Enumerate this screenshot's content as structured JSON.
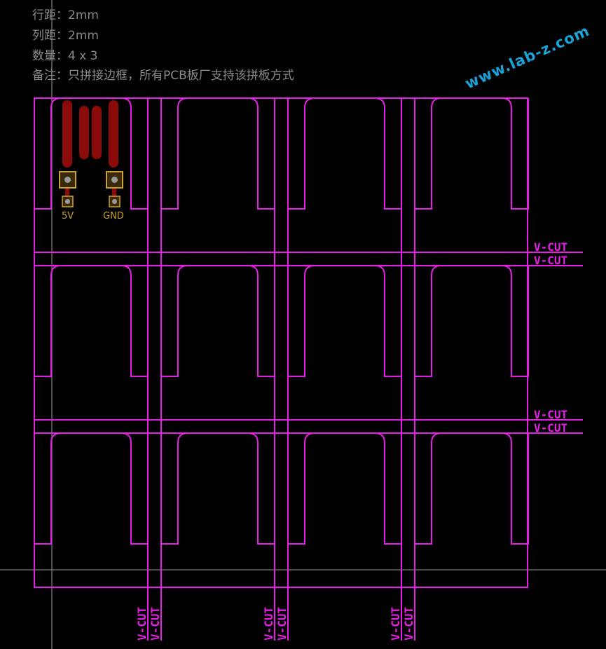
{
  "notes": [
    "行距：2mm",
    "列距：2mm",
    "数量：4 x 3",
    "备注：只拼接边框，所有PCB板厂支持该拼板方式"
  ],
  "watermark": "www.lab-z.com",
  "panel": {
    "columns": 4,
    "rows": 3
  },
  "vcut_label": "V-CUT",
  "pads": [
    {
      "label": "5V"
    },
    {
      "label": "GND"
    }
  ],
  "colors": {
    "background": "#000000",
    "outline": "#e81ee8",
    "copper": "#8b0a0a",
    "pad": "#c8a22a",
    "note_text": "#8a8a8a",
    "watermark": "#1aa3d9"
  }
}
